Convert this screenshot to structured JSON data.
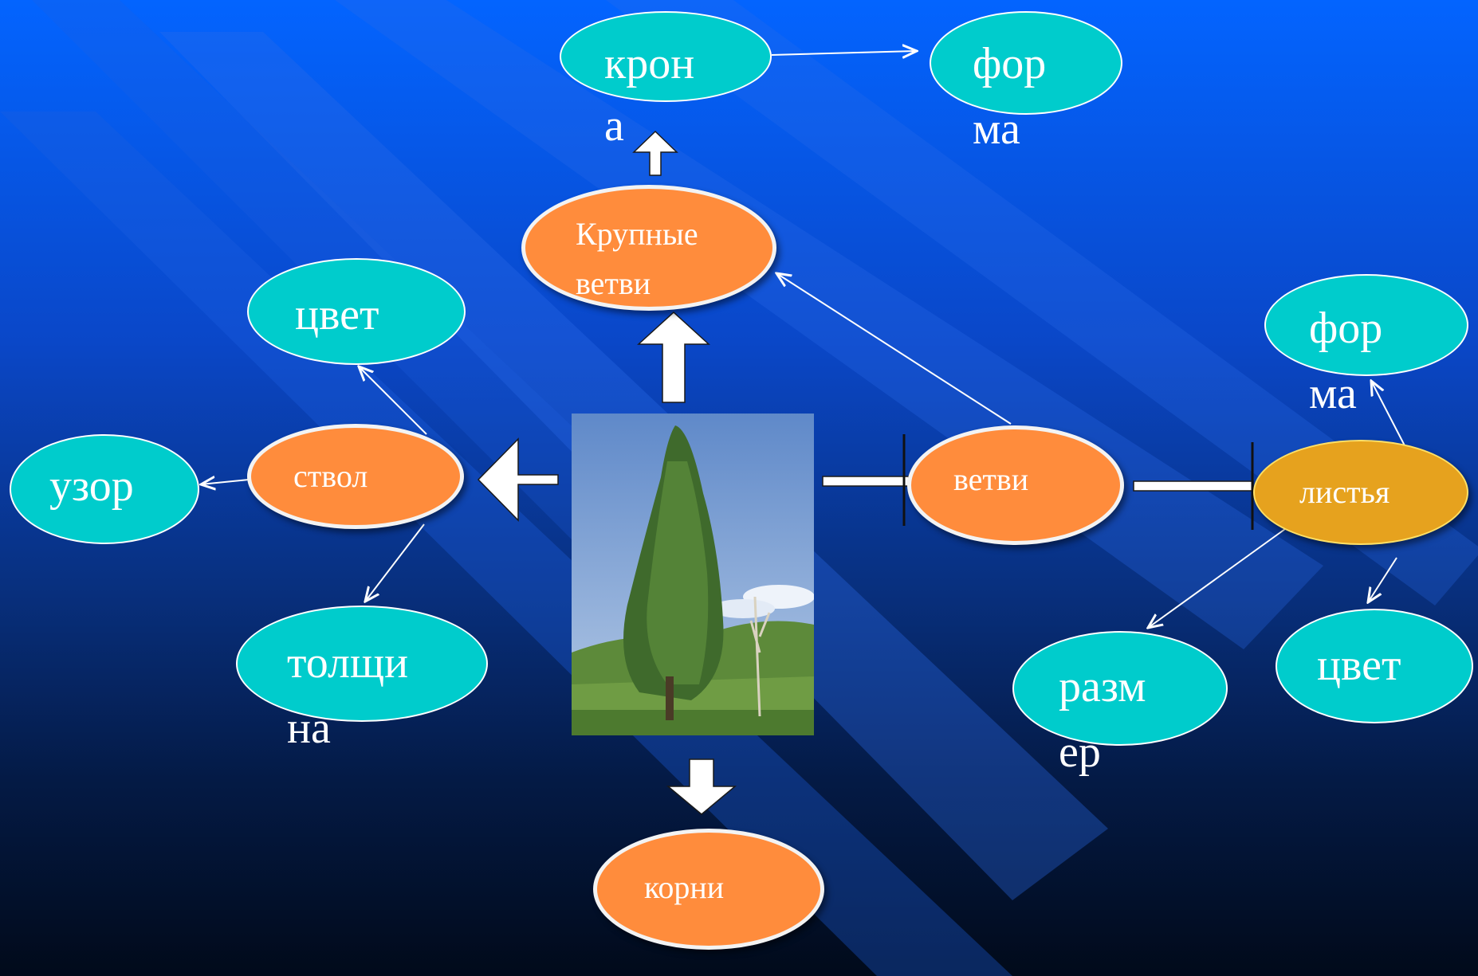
{
  "diagram": {
    "center_image": "tree-photo",
    "nodes": {
      "krona": {
        "line1": "крон",
        "line2": "а"
      },
      "forma_top": {
        "line1": "фор",
        "line2": "ма"
      },
      "krupnye_vetvi": {
        "line1": "Крупные",
        "line2": "ветви"
      },
      "cvet_left": {
        "label": "цвет"
      },
      "uzor": {
        "label": "узор"
      },
      "stvol": {
        "label": "ствол"
      },
      "tolshchina": {
        "line1": "толщи",
        "line2": "на"
      },
      "vetvi": {
        "label": "ветви"
      },
      "listya": {
        "label": "листья"
      },
      "forma_right": {
        "line1": "фор",
        "line2": "ма"
      },
      "razmer": {
        "line1": "разм",
        "line2": "ер"
      },
      "cvet_right": {
        "label": "цвет"
      },
      "korni": {
        "label": "корни"
      }
    },
    "colors": {
      "teal": "#00cccc",
      "orange": "#ff8c3c",
      "gold": "#e6a21e",
      "background_top": "#0364ff",
      "background_bottom": "#010a1a"
    }
  }
}
